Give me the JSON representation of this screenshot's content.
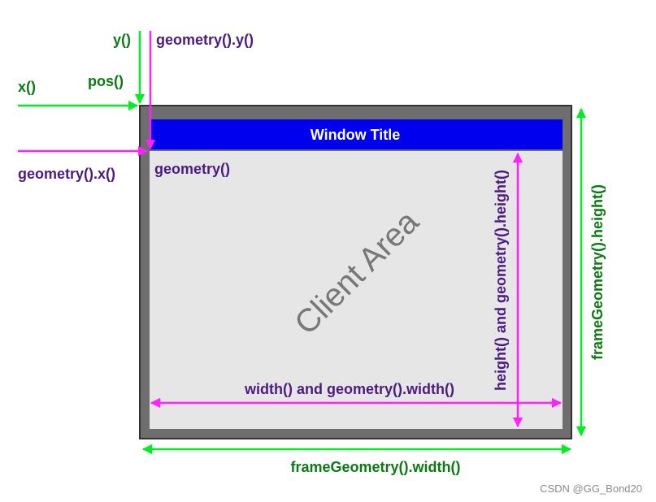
{
  "window": {
    "title": "Window Title",
    "client_area_label": "Client Area"
  },
  "labels": {
    "y": "y()",
    "geometry_y": "geometry().y()",
    "x": "x()",
    "pos": "pos()",
    "geometry_x": "geometry().x()",
    "geometry": "geometry()",
    "width_label": "width() and geometry().width()",
    "height_label": "height() and geometry().height()",
    "frame_width": "frameGeometry().width()",
    "frame_height": "frameGeometry().height()"
  },
  "watermark": "CSDN @GG_Bond20",
  "colors": {
    "frame_arrow": "#00ee22",
    "geometry_arrow": "#ff22ff",
    "title_bar": "#0000ee",
    "frame": "#6e6e6e",
    "client": "#e6e6e6"
  }
}
